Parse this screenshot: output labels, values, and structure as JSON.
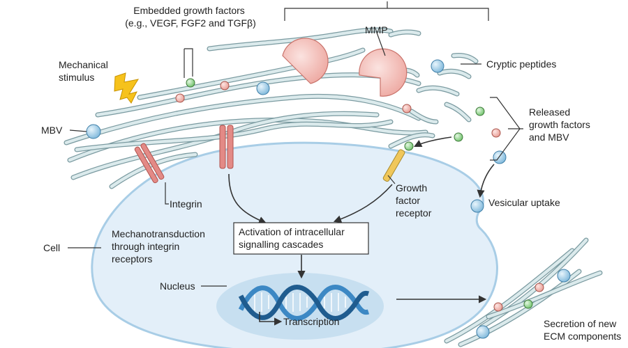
{
  "labels": {
    "embedded_line1": "Embedded growth factors",
    "embedded_line2": "(e.g., VEGF, FGF2 and TGFβ)",
    "mechanical_line1": "Mechanical",
    "mechanical_line2": "stimulus",
    "mmp": "MMP",
    "cryptic": "Cryptic peptides",
    "mbv": "MBV",
    "released_line1": "Released",
    "released_line2": "growth factors",
    "released_line3": "and MBV",
    "integrin": "Integrin",
    "gfr_line1": "Growth",
    "gfr_line2": "factor",
    "gfr_line3": "receptor",
    "vesicular": "Vesicular uptake",
    "cell": "Cell",
    "mechano_line1": "Mechanotransduction",
    "mechano_line2": "through integrin",
    "mechano_line3": "receptors",
    "activation_line1": "Activation of intracellular",
    "activation_line2": "signalling cascades",
    "nucleus": "Nucleus",
    "transcription": "Transcription",
    "secretion_line1": "Secretion of new",
    "secretion_line2": "ECM components"
  },
  "colors": {
    "fiber_outline": "#7a9aa0",
    "fiber_fill": "#dbeaec",
    "cell_fill": "#e3eff9",
    "cell_border": "#a8cde6",
    "nucleus_fill": "#c7dff0",
    "mmp": "#f2c4bf",
    "growth_factor_pink": "#f4b9b2",
    "growth_factor_green": "#9ed99a",
    "mbv_blue": "#a9d3ea",
    "integrin": "#e38a86",
    "receptor": "#f0c75a",
    "dna_blue": "#3c88c4"
  }
}
